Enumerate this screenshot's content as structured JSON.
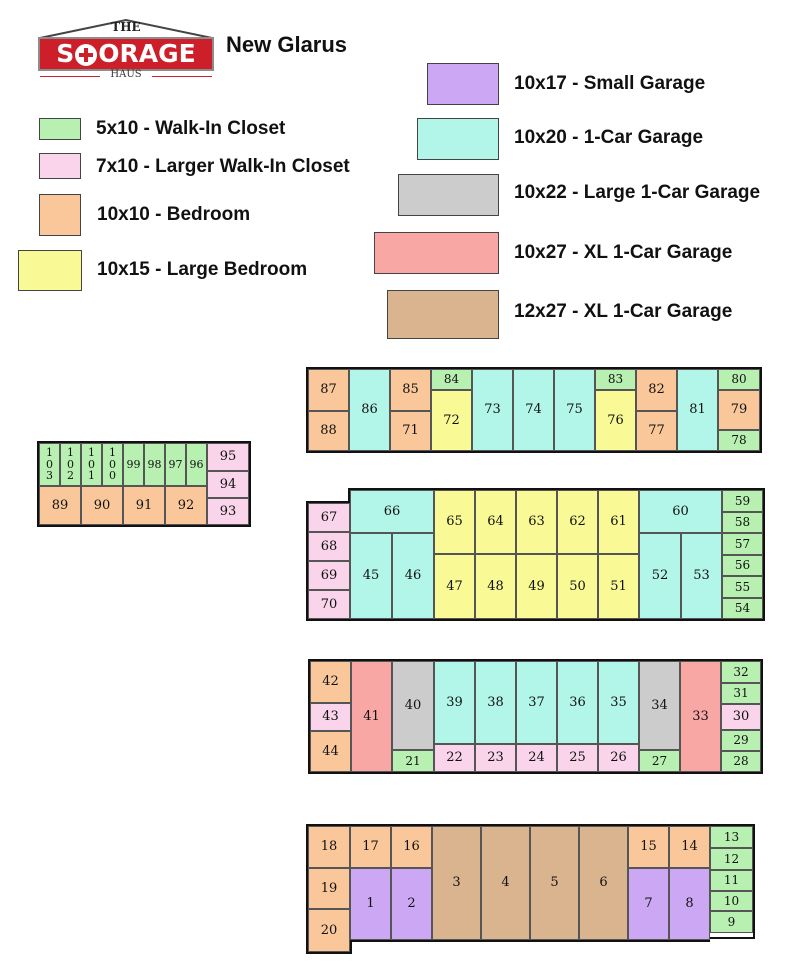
{
  "header": {
    "logo": {
      "top": "THE",
      "word": "STORAGE",
      "bottom": "HAUS"
    },
    "location": "New Glarus"
  },
  "colors": {
    "wic": "#b7f0b0",
    "lwic": "#fad4ea",
    "bed": "#f9c79a",
    "lbed": "#f9f996",
    "sg": "#cba7f4",
    "g1": "#b2f6ea",
    "lg1": "#cccccc",
    "xl10": "#f9a7a4",
    "xl12": "#d9b48f"
  },
  "legend": {
    "wic": "5x10 - Walk-In Closet",
    "lwic": "7x10 - Larger Walk-In Closet",
    "bed": "10x10 - Bedroom",
    "lbed": "10x15 - Large Bedroom",
    "sg": "10x17 - Small Garage",
    "g1": "10x20 - 1-Car Garage",
    "lg1": "10x22 - Large 1-Car Garage",
    "xl10": "10x27 - XL 1-Car Garage",
    "xl12": "12x27 - XL 1-Car Garage"
  },
  "units": {
    "u1": "1",
    "u2": "2",
    "u3": "3",
    "u4": "4",
    "u5": "5",
    "u6": "6",
    "u7": "7",
    "u8": "8",
    "u9": "9",
    "u10": "10",
    "u11": "11",
    "u12": "12",
    "u13": "13",
    "u14": "14",
    "u15": "15",
    "u16": "16",
    "u17": "17",
    "u18": "18",
    "u19": "19",
    "u20": "20",
    "u21": "21",
    "u22": "22",
    "u23": "23",
    "u24": "24",
    "u25": "25",
    "u26": "26",
    "u27": "27",
    "u28": "28",
    "u29": "29",
    "u30": "30",
    "u31": "31",
    "u32": "32",
    "u33": "33",
    "u34": "34",
    "u35": "35",
    "u36": "36",
    "u37": "37",
    "u38": "38",
    "u39": "39",
    "u40": "40",
    "u41": "41",
    "u42": "42",
    "u43": "43",
    "u44": "44",
    "u45": "45",
    "u46": "46",
    "u47": "47",
    "u48": "48",
    "u49": "49",
    "u50": "50",
    "u51": "51",
    "u52": "52",
    "u53": "53",
    "u54": "54",
    "u55": "55",
    "u56": "56",
    "u57": "57",
    "u58": "58",
    "u59": "59",
    "u60": "60",
    "u61": "61",
    "u62": "62",
    "u63": "63",
    "u64": "64",
    "u65": "65",
    "u66": "66",
    "u67": "67",
    "u68": "68",
    "u69": "69",
    "u70": "70",
    "u71": "71",
    "u72": "72",
    "u73": "73",
    "u74": "74",
    "u75": "75",
    "u76": "76",
    "u77": "77",
    "u78": "78",
    "u79": "79",
    "u80": "80",
    "u81": "81",
    "u82": "82",
    "u83": "83",
    "u84": "84",
    "u85": "85",
    "u86": "86",
    "u87": "87",
    "u88": "88",
    "u89": "89",
    "u90": "90",
    "u91": "91",
    "u92": "92",
    "u93": "93",
    "u94": "94",
    "u95": "95",
    "u96": "96",
    "u97": "97",
    "u98": "98",
    "u99": "99",
    "u100": "100",
    "u101": "101",
    "u102": "102",
    "u103": "103"
  }
}
